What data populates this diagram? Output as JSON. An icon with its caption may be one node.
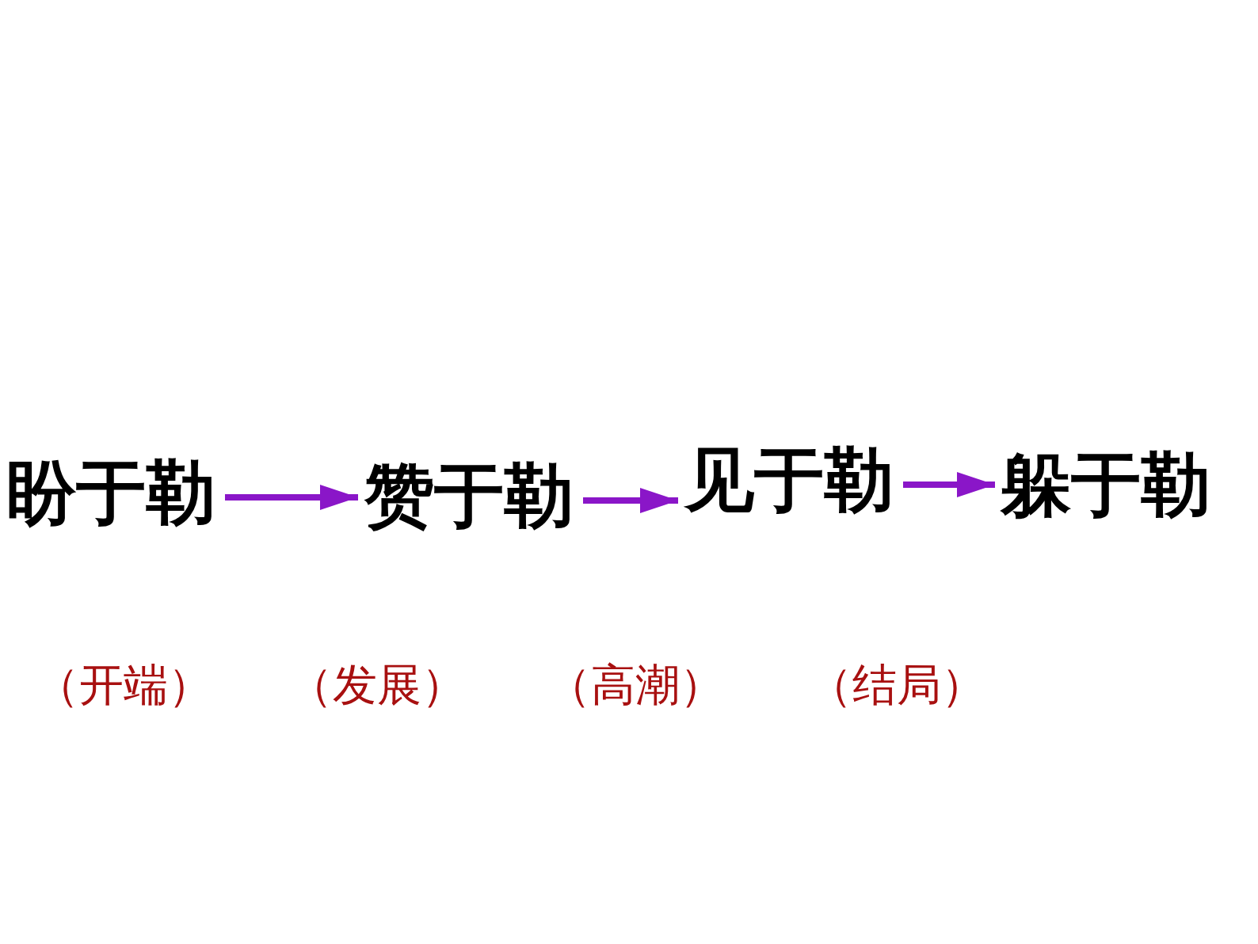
{
  "diagram": {
    "nodes": [
      {
        "text": [
          "盼于勒"
        ]
      },
      {
        "text": [
          "赞于勒"
        ]
      },
      {
        "text": [
          "见于勒"
        ]
      },
      {
        "text": [
          "躲于勒"
        ]
      }
    ],
    "edges": [
      {
        "from": 0,
        "to": 1,
        "arrow": "to"
      },
      {
        "from": 1,
        "to": 2,
        "arrow": "to"
      },
      {
        "from": 2,
        "to": 3,
        "arrow": "to"
      }
    ],
    "labels": [
      "（开端）",
      "（发展）",
      "（高潮）",
      "（结局）"
    ]
  }
}
